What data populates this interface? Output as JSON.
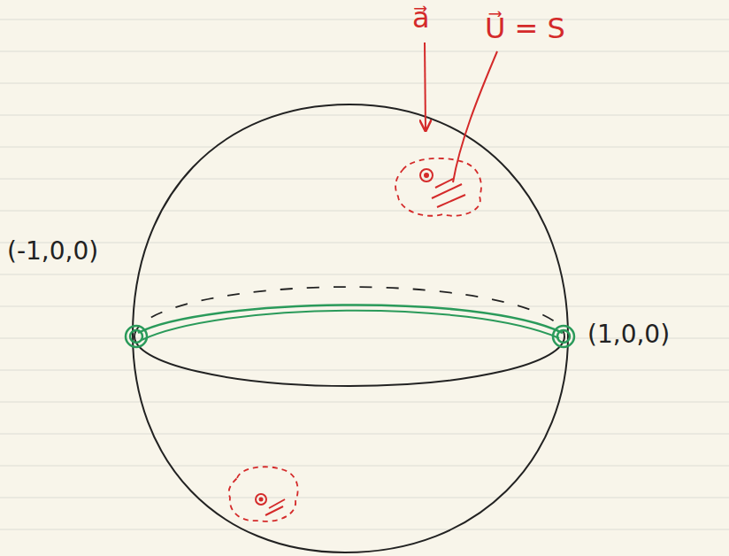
{
  "diagram": {
    "labels": [
      "a⃗",
      "U⃗ = S",
      "(-1,0,0)",
      "(1,0,0)"
    ]
  }
}
